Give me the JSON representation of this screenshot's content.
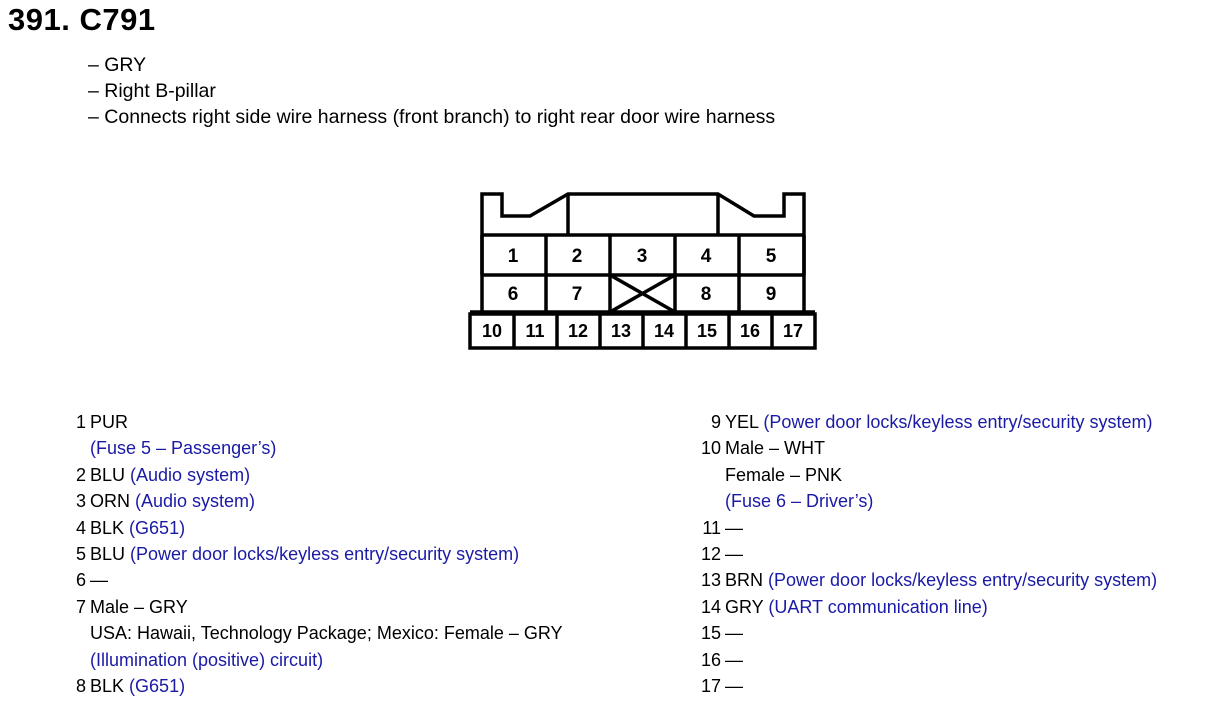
{
  "header": {
    "title": "391. C791",
    "info": [
      "– GRY",
      "– Right B-pillar",
      "– Connects right side wire harness (front branch) to right rear door wire harness"
    ]
  },
  "connector": {
    "top_row": [
      "1",
      "2",
      "3",
      "4",
      "5"
    ],
    "mid_row": [
      "6",
      "7",
      "",
      "8",
      "9"
    ],
    "bottom_row": [
      "10",
      "11",
      "12",
      "13",
      "14",
      "15",
      "16",
      "17"
    ]
  },
  "pins_left": [
    {
      "num": "1",
      "lines": [
        {
          "black": "PUR",
          "blue": ""
        },
        {
          "black": "",
          "blue": "(Fuse 5 – Passenger’s)"
        }
      ]
    },
    {
      "num": "2",
      "lines": [
        {
          "black": "BLU",
          "blue": "(Audio system)"
        }
      ]
    },
    {
      "num": "3",
      "lines": [
        {
          "black": "ORN",
          "blue": "(Audio system)"
        }
      ]
    },
    {
      "num": "4",
      "lines": [
        {
          "black": "BLK",
          "blue": "(G651)"
        }
      ]
    },
    {
      "num": "5",
      "lines": [
        {
          "black": "BLU",
          "blue": "(Power door locks/keyless entry/security system)"
        }
      ]
    },
    {
      "num": "6",
      "lines": [
        {
          "black": "—",
          "blue": ""
        }
      ]
    },
    {
      "num": "7",
      "lines": [
        {
          "black": "Male – GRY",
          "blue": ""
        },
        {
          "black": "USA: Hawaii, Technology Package; Mexico: Female – GRY",
          "blue": ""
        },
        {
          "black": "",
          "blue": "(Illumination (positive) circuit)"
        }
      ]
    },
    {
      "num": "8",
      "lines": [
        {
          "black": "BLK",
          "blue": "(G651)"
        }
      ]
    }
  ],
  "pins_right": [
    {
      "num": "9",
      "lines": [
        {
          "black": "YEL",
          "blue": "(Power door locks/keyless entry/security system)"
        }
      ]
    },
    {
      "num": "10",
      "lines": [
        {
          "black": "Male – WHT",
          "blue": ""
        },
        {
          "black": "Female – PNK",
          "blue": ""
        },
        {
          "black": "",
          "blue": "(Fuse 6 – Driver’s)"
        }
      ]
    },
    {
      "num": "11",
      "lines": [
        {
          "black": "—",
          "blue": ""
        }
      ]
    },
    {
      "num": "12",
      "lines": [
        {
          "black": "—",
          "blue": ""
        }
      ]
    },
    {
      "num": "13",
      "lines": [
        {
          "black": "BRN",
          "blue": "(Power door locks/keyless entry/security system)"
        }
      ]
    },
    {
      "num": "14",
      "lines": [
        {
          "black": "GRY",
          "blue": "(UART communication line)"
        }
      ]
    },
    {
      "num": "15",
      "lines": [
        {
          "black": "—",
          "blue": ""
        }
      ]
    },
    {
      "num": "16",
      "lines": [
        {
          "black": "—",
          "blue": ""
        }
      ]
    },
    {
      "num": "17",
      "lines": [
        {
          "black": "—",
          "blue": ""
        }
      ]
    }
  ],
  "colors": {
    "circuit_text": "#1a1aa6",
    "lines": "#000000"
  }
}
